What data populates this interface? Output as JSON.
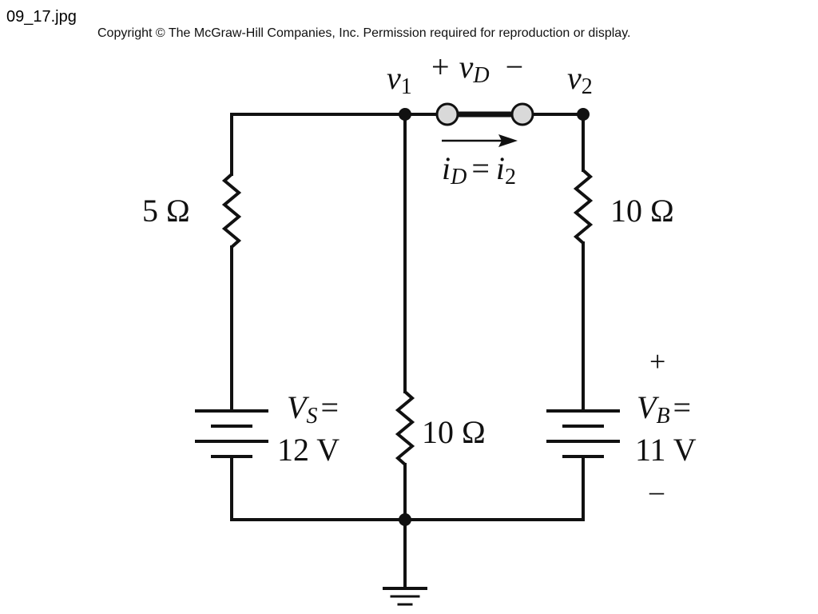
{
  "header": {
    "filename": "09_17.jpg",
    "copyright": "Copyright © The McGraw-Hill Companies, Inc. Permission required for reproduction or display."
  },
  "circuit": {
    "node_v1": {
      "sym": "v",
      "sub": "1"
    },
    "node_v2": {
      "sym": "v",
      "sub": "2"
    },
    "diode_voltage": {
      "plus": "+",
      "sym": "v",
      "sub": "D",
      "minus": "−"
    },
    "diode_current": {
      "sym": "i",
      "sub": "D",
      "eq": "=",
      "rhs_sym": "i",
      "rhs_sub": "2"
    },
    "resistor_left": "5 Ω",
    "resistor_right": "10 Ω",
    "resistor_middle": "10 Ω",
    "source_vs": {
      "sym": "V",
      "sub": "S",
      "eq": "=",
      "value": "12 V"
    },
    "source_vb": {
      "plus": "+",
      "sym": "V",
      "sub": "B",
      "eq": "=",
      "value": "11 V",
      "minus": "–"
    }
  },
  "colors": {
    "wire": "#111111",
    "diode_terminal_fill": "#d9d9d9",
    "background": "#ffffff"
  }
}
